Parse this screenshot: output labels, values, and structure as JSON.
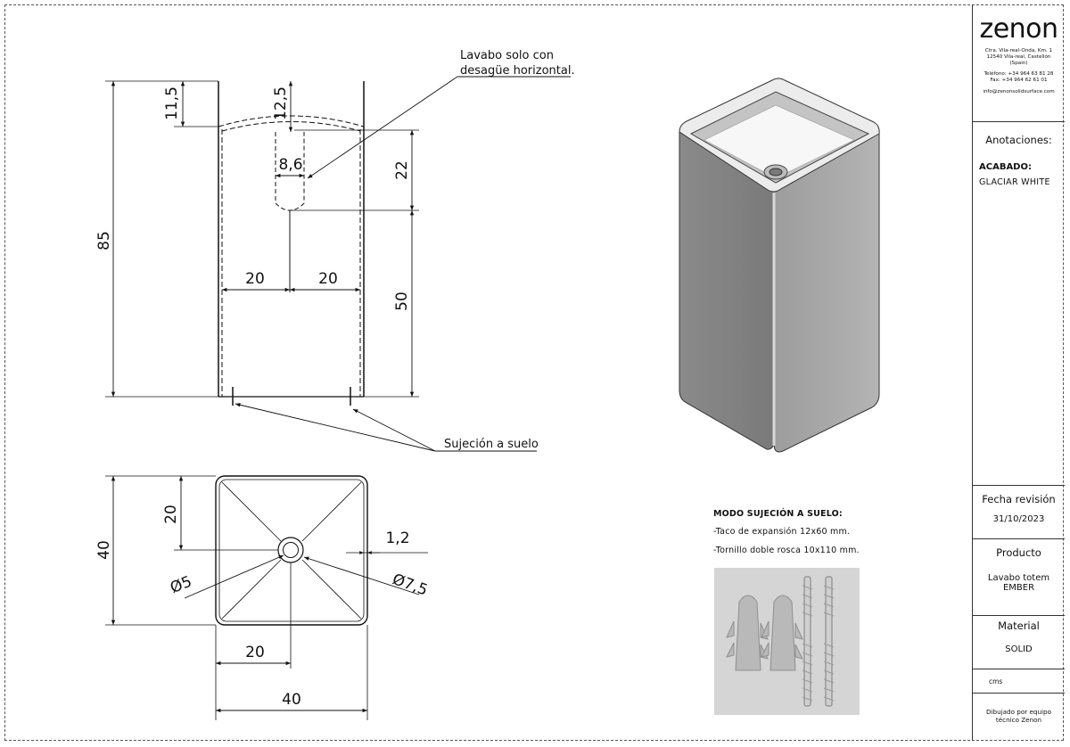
{
  "company": {
    "name": "zenon",
    "address_1": "Ctra. Vila-real-Onda, Km. 1",
    "address_2": "12540 Vila-real, Castellón",
    "address_3": "(Spain)",
    "phone": "Teléfono: +34 964 63 81 28",
    "fax": "Fax: +34 964 62 61 01",
    "email": "info@zenonsolidsurface.com"
  },
  "title_block": {
    "annotations_label": "Anotaciones:",
    "finish_label": "ACABADO:",
    "finish_value": "GLACIAR WHITE",
    "revision_label": "Fecha revisión",
    "revision_date": "31/10/2023",
    "product_label": "Producto",
    "product_value_1": "Lavabo totem",
    "product_value_2": "EMBER",
    "material_label": "Material",
    "material_value": "SOLID",
    "initials": "cms",
    "drawn_by_1": "Dibujado por equipo",
    "drawn_by_2": "técnico Zenon"
  },
  "front_view": {
    "callout_1": "Lavabo solo con",
    "callout_2": "desagüe horizontal.",
    "floor_callout": "Sujeción a suelo",
    "dim_total_height": "85",
    "dim_rim_left": "11,5",
    "dim_rim_center": "12,5",
    "dim_drain_width": "8,6",
    "dim_drain_height": "22",
    "dim_drain_to_floor": "50",
    "dim_half_left": "20",
    "dim_half_right": "20"
  },
  "top_view": {
    "dim_depth": "40",
    "dim_drain_offset_y": "20",
    "dim_wall": "1,2",
    "dim_inner_diameter": "Ø5",
    "dim_outer_diameter": "Ø7,5",
    "dim_drain_offset_x": "20",
    "dim_width": "40"
  },
  "mounting": {
    "title": "MODO SUJECIÓN A SUELO:",
    "line_1": "-Taco de expansión 12x60 mm.",
    "line_2": "-Tornillo doble rosca 10x110 mm."
  }
}
